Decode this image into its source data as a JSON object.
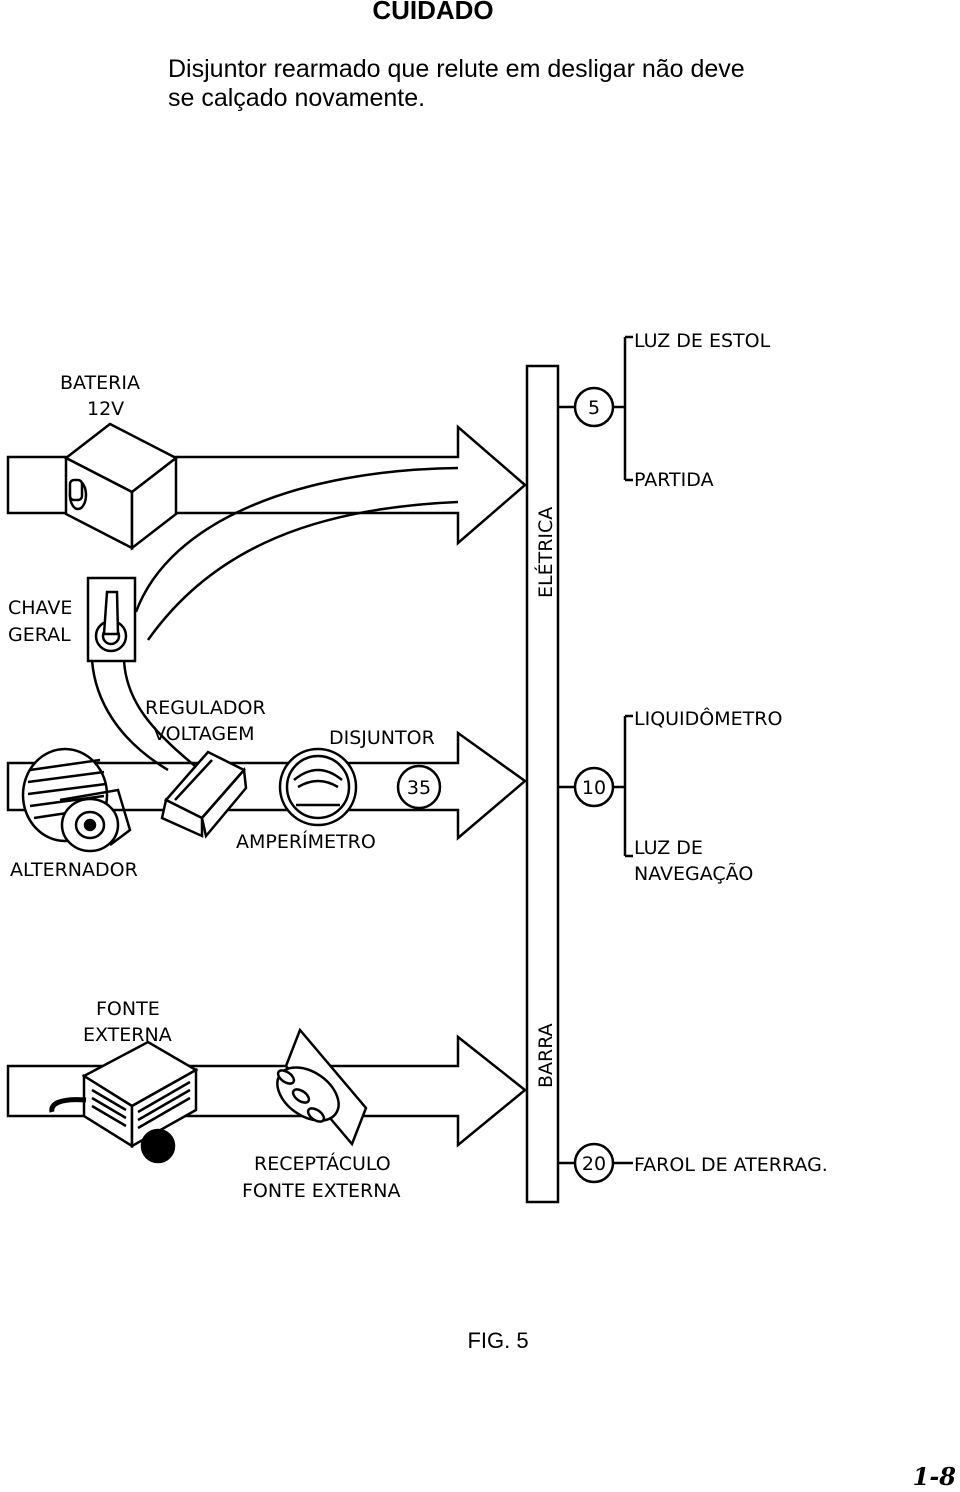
{
  "header": {
    "title": "CUIDADO",
    "text_line1": "Disjuntor rearmado que relute em desligar não deve",
    "text_line2": "se calçado novamente."
  },
  "diagram": {
    "labels": {
      "bateria_1": "BATERIA",
      "bateria_2": "12V",
      "chave_1": "CHAVE",
      "chave_2": "GERAL",
      "regulador_1": "REGULADOR",
      "regulador_2": "VOLTAGEM",
      "disjuntor": "DISJUNTOR",
      "amperimetro": "AMPERÍMETRO",
      "alternador": "ALTERNADOR",
      "fonte_1": "FONTE",
      "fonte_2": "EXTERNA",
      "receptaculo_1": "RECEPTÁCULO",
      "receptaculo_2": "FONTE EXTERNA",
      "bus_upper": "ELÉTRICA",
      "bus_lower": "BARRA",
      "luz_estol": "LUZ DE ESTOL",
      "partida": "PARTIDA",
      "liquidometro": "LIQUIDÔMETRO",
      "luz_nav_1": "LUZ DE",
      "luz_nav_2": "NAVEGAÇÃO",
      "farol": "FAROL DE ATERRAG."
    },
    "breakers": {
      "main": "35",
      "top": "5",
      "middle": "10",
      "bottom": "20"
    }
  },
  "figure": {
    "caption": "FIG. 5"
  },
  "page_number": "1-8"
}
